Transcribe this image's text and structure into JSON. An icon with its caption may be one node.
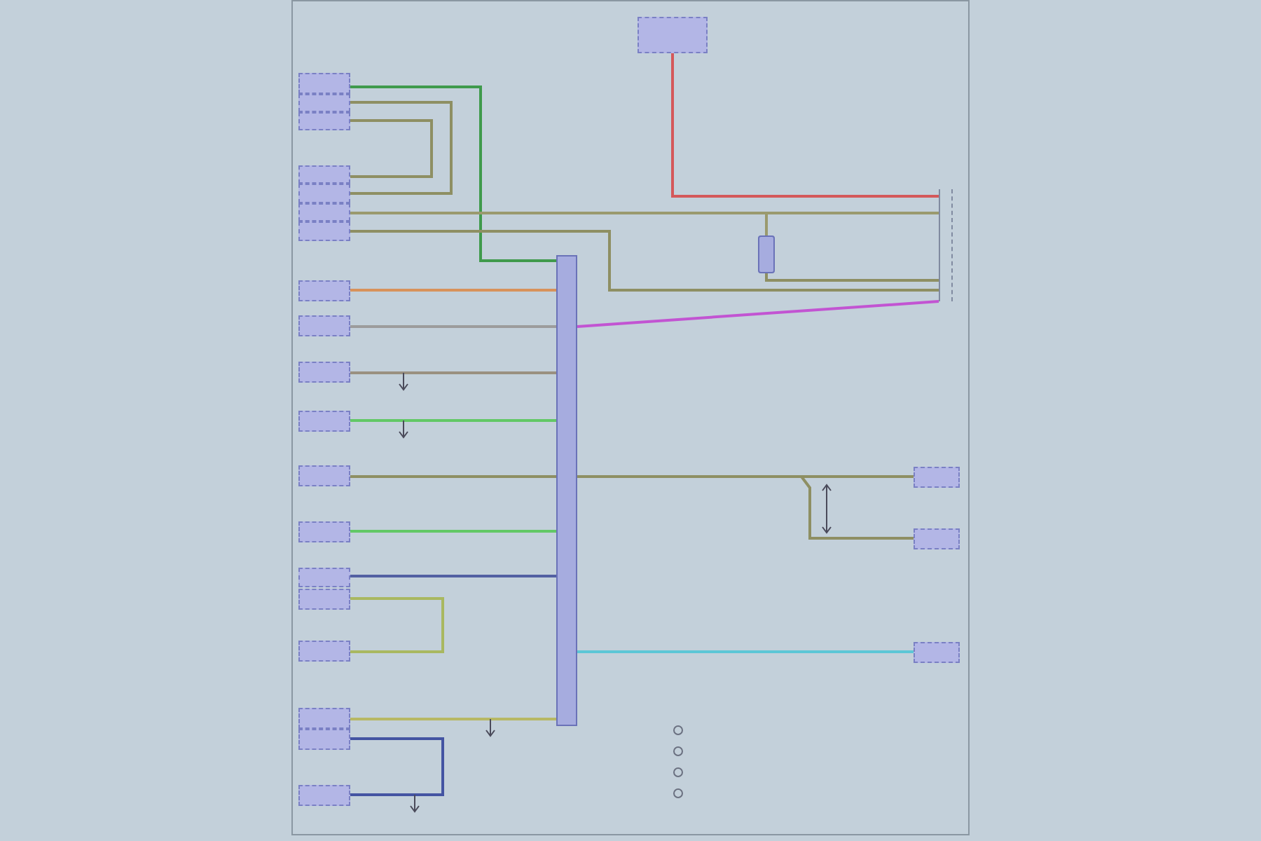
{
  "diagram": {
    "nodes": [
      {
        "text": [],
        "shape": "box"
      },
      {
        "text": [],
        "shape": "box"
      },
      {
        "text": [],
        "shape": "box"
      },
      {
        "text": [],
        "shape": "box"
      },
      {
        "text": [],
        "shape": "box"
      },
      {
        "text": [],
        "shape": "box"
      },
      {
        "text": [],
        "shape": "box"
      },
      {
        "text": [],
        "shape": "box"
      },
      {
        "text": [],
        "shape": "box"
      },
      {
        "text": [],
        "shape": "box"
      },
      {
        "text": [],
        "shape": "box"
      },
      {
        "text": [],
        "shape": "box"
      },
      {
        "text": [],
        "shape": "box"
      },
      {
        "text": [],
        "shape": "box"
      },
      {
        "text": [],
        "shape": "box"
      },
      {
        "text": [],
        "shape": "box"
      },
      {
        "text": [],
        "shape": "box"
      },
      {
        "text": [],
        "shape": "box"
      },
      {
        "text": [],
        "shape": "box"
      },
      {
        "text": [],
        "shape": "box"
      },
      {
        "text": [],
        "shape": "bar"
      },
      {
        "text": [],
        "shape": "box"
      },
      {
        "text": [],
        "shape": "box"
      },
      {
        "text": [],
        "shape": "box"
      },
      {
        "text": [],
        "shape": "box"
      },
      {
        "text": [],
        "shape": "box"
      }
    ],
    "edges": [
      {
        "from": 1,
        "to": 20,
        "arrow": "none",
        "color": "#3f9a4c"
      },
      {
        "from": 2,
        "to": 5,
        "arrow": "none",
        "color": "#8e8f63"
      },
      {
        "from": 3,
        "to": 4,
        "arrow": "none",
        "color": "#8e8f63"
      },
      {
        "from": 6,
        "to": 21,
        "arrow": "none",
        "color": "#9a9a6e"
      },
      {
        "from": 7,
        "to": 21,
        "arrow": "none",
        "color": "#8e8f63"
      },
      {
        "from": 0,
        "to": 21,
        "arrow": "none",
        "color": "#d4585a"
      },
      {
        "from": 6,
        "to": 25,
        "arrow": "none",
        "color": "#9a9a6e"
      },
      {
        "from": 25,
        "to": 21,
        "arrow": "none",
        "color": "#8e8f63"
      },
      {
        "from": 8,
        "to": 20,
        "arrow": "none",
        "color": "#d8925a"
      },
      {
        "from": 9,
        "to": 20,
        "arrow": "none",
        "color": "#9c9c9c"
      },
      {
        "from": 20,
        "to": 21,
        "arrow": "none",
        "color": "#c254d2"
      },
      {
        "from": 10,
        "to": 20,
        "arrow": "none",
        "color": "#9a9080"
      },
      {
        "from": 11,
        "to": 20,
        "arrow": "none",
        "color": "#62c866"
      },
      {
        "from": 12,
        "to": 20,
        "arrow": "none",
        "color": "#8e8f63"
      },
      {
        "from": 13,
        "to": 20,
        "arrow": "none",
        "color": "#62c866"
      },
      {
        "from": 14,
        "to": 20,
        "arrow": "none",
        "color": "#5260a2"
      },
      {
        "from": 15,
        "to": 16,
        "arrow": "none",
        "color": "#a9b860"
      },
      {
        "from": 17,
        "to": 20,
        "arrow": "none",
        "color": "#b8b864"
      },
      {
        "from": 18,
        "to": 19,
        "arrow": "none",
        "color": "#4454a2"
      },
      {
        "from": 20,
        "to": 22,
        "arrow": "none",
        "color": "#8e8f63"
      },
      {
        "from": 20,
        "to": 23,
        "arrow": "none",
        "color": "#8e8f63"
      },
      {
        "from": 20,
        "to": 24,
        "arrow": "none",
        "color": "#5cc6d6"
      }
    ]
  }
}
